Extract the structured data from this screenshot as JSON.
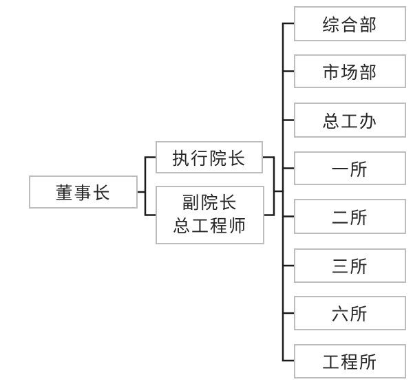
{
  "org_chart": {
    "root": {
      "label": "董事长"
    },
    "middle": [
      {
        "label": "执行院长"
      },
      {
        "line1": "副院长",
        "line2": "总工程师"
      }
    ],
    "departments": [
      "综合部",
      "市场部",
      "总工办",
      "一所",
      "二所",
      "三所",
      "六所",
      "工程所"
    ],
    "colors": {
      "connector_line": "#1b1b1b",
      "box_border": "#bdbdbd",
      "text": "#262626",
      "background": "#ffffff"
    }
  }
}
